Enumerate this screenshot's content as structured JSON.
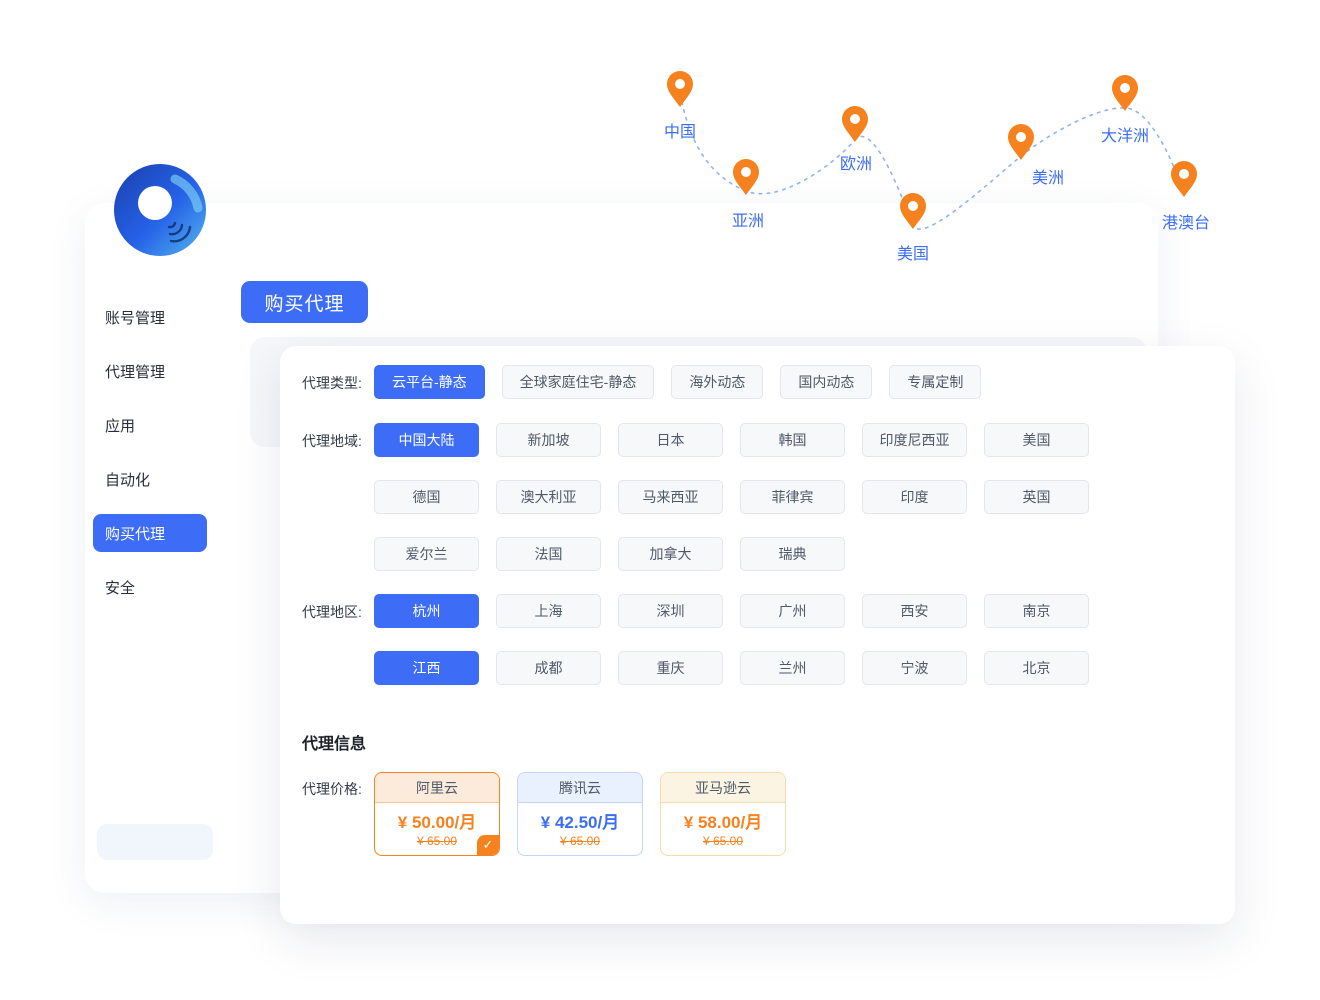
{
  "colors": {
    "accent_blue": "#3D6DF6",
    "accent_orange": "#F5811F"
  },
  "map": {
    "pins": [
      "中国",
      "亚洲",
      "欧洲",
      "美国",
      "美洲",
      "大洋洲",
      "港澳台"
    ]
  },
  "sidebar": {
    "items": [
      "账号管理",
      "代理管理",
      "应用",
      "自动化",
      "购买代理",
      "安全"
    ],
    "active_index": 4
  },
  "header": {
    "title": "购买代理"
  },
  "filters": {
    "type_label": "代理类型:",
    "region_label": "代理地域:",
    "district_label": "代理地区:",
    "type": [
      "云平台-静态",
      "全球家庭住宅-静态",
      "海外动态",
      "国内动态",
      "专属定制"
    ],
    "type_selected": "云平台-静态",
    "region_r1": [
      "中国大陆",
      "新加坡",
      "日本",
      "韩国",
      "印度尼西亚",
      "美国"
    ],
    "region_r2": [
      "德国",
      "澳大利亚",
      "马来西亚",
      "菲律宾",
      "印度",
      "英国"
    ],
    "region_r3": [
      "爱尔兰",
      "法国",
      "加拿大",
      "瑞典"
    ],
    "region_selected": "中国大陆",
    "district_r1": [
      "杭州",
      "上海",
      "深圳",
      "广州",
      "西安",
      "南京"
    ],
    "district_r2": [
      "江西",
      "成都",
      "重庆",
      "兰州",
      "宁波",
      "北京"
    ],
    "district_selected": [
      "杭州",
      "江西"
    ]
  },
  "info": {
    "heading": "代理信息",
    "price_label": "代理价格:",
    "check_icon": "✓",
    "plans": [
      {
        "name": "阿里云",
        "price": "¥ 50.00/月",
        "original": "¥ 65.00",
        "selected": true
      },
      {
        "name": "腾讯云",
        "price": "¥ 42.50/月",
        "original": "¥ 65.00",
        "selected": false
      },
      {
        "name": "亚马逊云",
        "price": "¥ 58.00/月",
        "original": "¥ 65.00",
        "selected": false
      }
    ]
  }
}
